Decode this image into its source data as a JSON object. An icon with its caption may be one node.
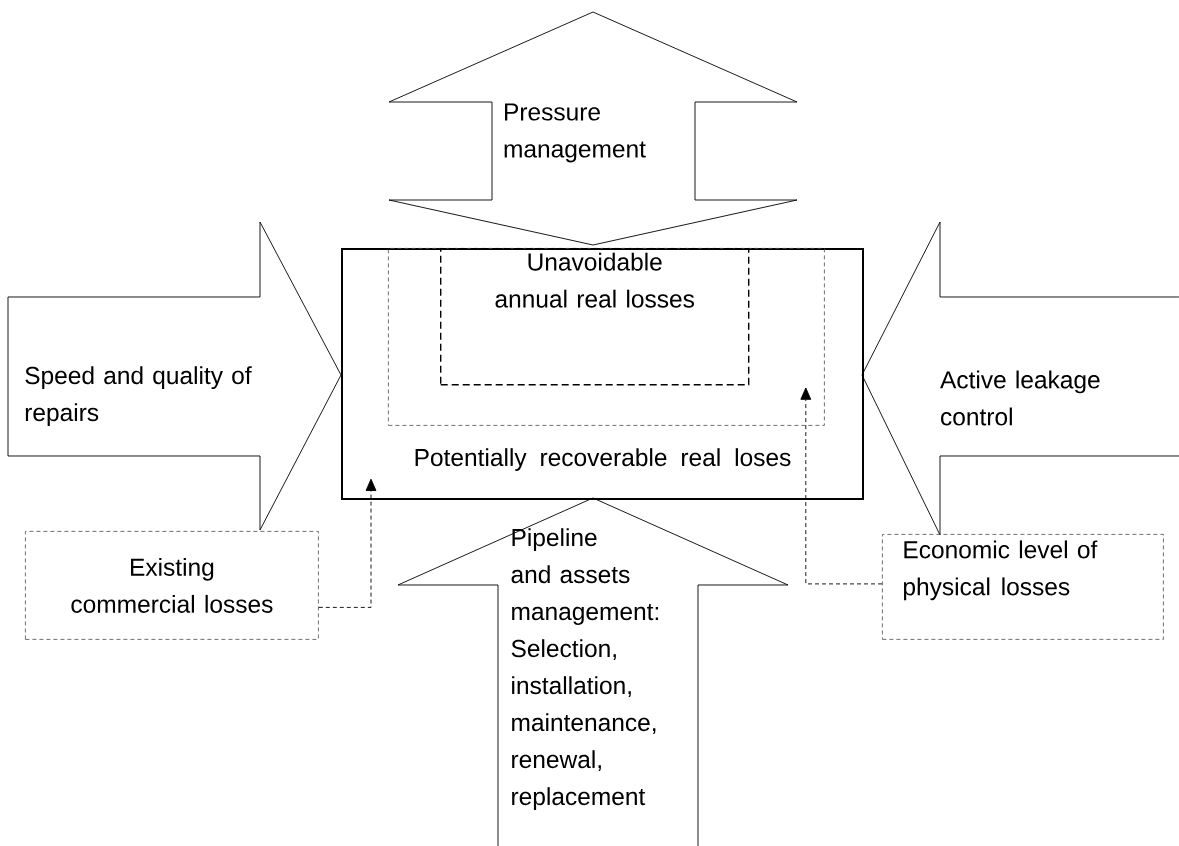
{
  "diagram": {
    "nodes": [
      {
        "text": [
          "Pressure management"
        ]
      },
      {
        "text": [
          "Speed and quality of repairs"
        ]
      },
      {
        "text": [
          "Potentially recoverable real loses"
        ]
      },
      {
        "text": [],
        "shape": "box",
        "in": 2
      },
      {
        "text": [
          "Unavoidable annual real losses"
        ],
        "in": 3
      },
      {
        "text": [
          "Active leakage control"
        ]
      },
      {
        "text": [
          "Existing commercial losses"
        ]
      },
      {
        "text": [
          "Pipeline and assets management: Selection, installation, maintenance, renewal, replacement"
        ]
      },
      {
        "text": [
          "Economic level of physical losses"
        ]
      }
    ],
    "edges": [
      {
        "from": 6,
        "to": 2,
        "arrow": "to",
        "style": "dashed"
      },
      {
        "from": 8,
        "to": 3,
        "arrow": "to",
        "style": "dashed"
      }
    ]
  }
}
